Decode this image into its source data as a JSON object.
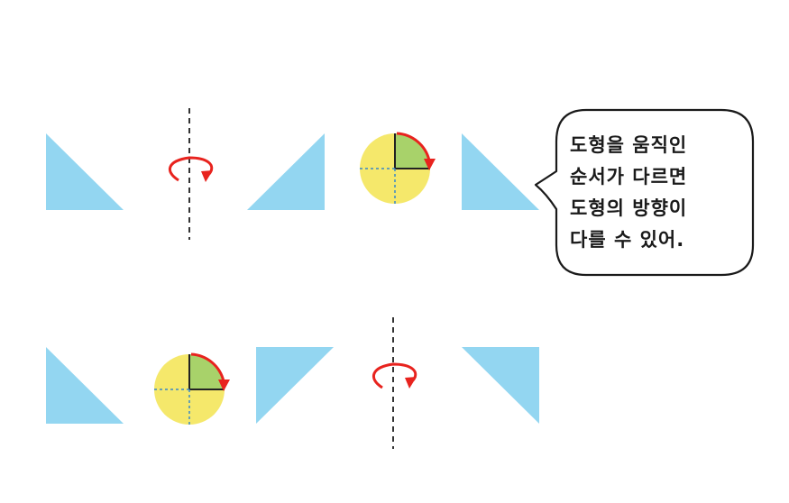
{
  "colors": {
    "triangle": "#93d6f1",
    "disc": "#f5e86b",
    "sector": "#a8d26a",
    "arrow": "#e8231e",
    "axis": "#333333",
    "dashed_inner": "#3a88c8"
  },
  "speech_bubble": {
    "lines": [
      "도형을 움직인",
      "순서가 다르면",
      "도형의 방향이",
      "다를 수 있어."
    ]
  },
  "rows": [
    {
      "sequence": [
        "triangle",
        "flip-vertical-axis",
        "triangle",
        "rotate-90-clockwise",
        "triangle"
      ]
    },
    {
      "sequence": [
        "triangle",
        "rotate-90-clockwise",
        "triangle",
        "flip-vertical-axis",
        "triangle"
      ]
    }
  ],
  "icons": {
    "flip": "circular-flip-arrow-icon",
    "rotate": "quarter-turn-rotation-icon"
  }
}
